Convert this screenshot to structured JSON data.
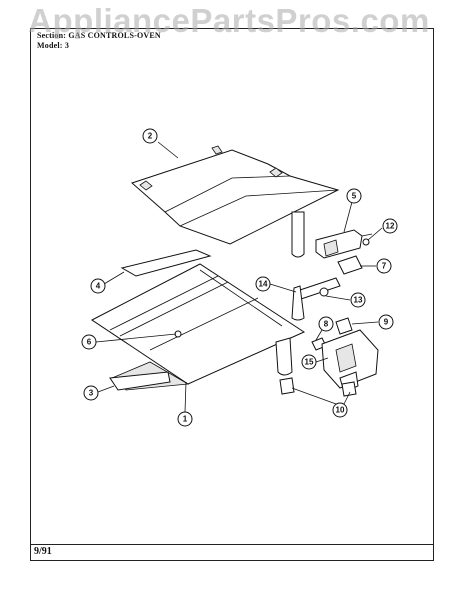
{
  "header": {
    "line1": "Section: GAS CONTROLS-OVEN",
    "line2": "Model: 3"
  },
  "watermark": "AppliancePartsPros.com",
  "footer": {
    "date": "9/91"
  },
  "callouts": [
    {
      "id": "c2",
      "label": "2"
    },
    {
      "id": "c5",
      "label": "5"
    },
    {
      "id": "c12",
      "label": "12"
    },
    {
      "id": "c7",
      "label": "7"
    },
    {
      "id": "c4",
      "label": "4"
    },
    {
      "id": "c14",
      "label": "14"
    },
    {
      "id": "c13",
      "label": "13"
    },
    {
      "id": "c9",
      "label": "9"
    },
    {
      "id": "c8",
      "label": "8"
    },
    {
      "id": "c6",
      "label": "6"
    },
    {
      "id": "c15",
      "label": "15"
    },
    {
      "id": "c3",
      "label": "3"
    },
    {
      "id": "c1",
      "label": "1"
    },
    {
      "id": "c10",
      "label": "10"
    }
  ]
}
